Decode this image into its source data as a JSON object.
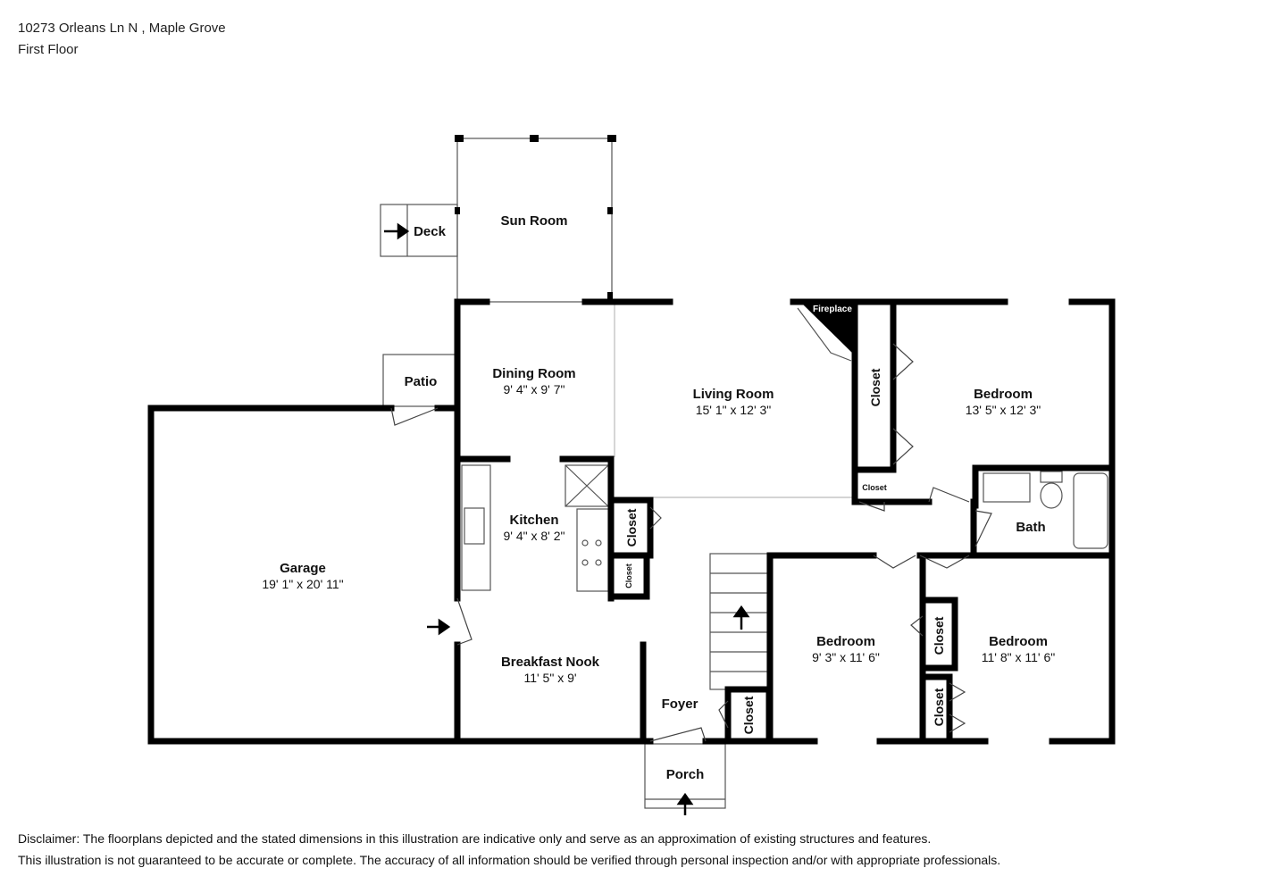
{
  "header": {
    "address": "10273 Orleans Ln N , Maple Grove",
    "floor": "First Floor"
  },
  "rooms": {
    "sun_room": {
      "name": "Sun Room"
    },
    "deck": {
      "name": "Deck"
    },
    "patio": {
      "name": "Patio"
    },
    "dining_room": {
      "name": "Dining Room",
      "dims": "9' 4\" x 9' 7\""
    },
    "living_room": {
      "name": "Living Room",
      "dims": "15' 1\" x 12' 3\""
    },
    "fireplace": {
      "name": "Fireplace"
    },
    "bedroom_main": {
      "name": "Bedroom",
      "dims": "13' 5\" x 12' 3\""
    },
    "bath": {
      "name": "Bath"
    },
    "kitchen": {
      "name": "Kitchen",
      "dims": "9' 4\" x 8' 2\""
    },
    "garage": {
      "name": "Garage",
      "dims": "19' 1\" x 20' 11\""
    },
    "breakfast_nook": {
      "name": "Breakfast Nook",
      "dims": "11' 5\" x 9'"
    },
    "foyer": {
      "name": "Foyer"
    },
    "porch": {
      "name": "Porch"
    },
    "bedroom_2": {
      "name": "Bedroom",
      "dims": "9' 3\" x 11' 6\""
    },
    "bedroom_3": {
      "name": "Bedroom",
      "dims": "11' 8\" x 11' 6\""
    },
    "closet_label": "Closet"
  },
  "disclaimer": {
    "line1": "Disclaimer: The floorplans depicted and the stated dimensions in this illustration are indicative only and serve as an approximation of existing structures and features.",
    "line2": "This illustration is not guaranteed to be accurate or complete. The accuracy of all information should be verified through personal inspection and/or with appropriate professionals."
  },
  "colors": {
    "wall": "#000000",
    "fixture": "#777777",
    "window": "#aaaaaa"
  }
}
